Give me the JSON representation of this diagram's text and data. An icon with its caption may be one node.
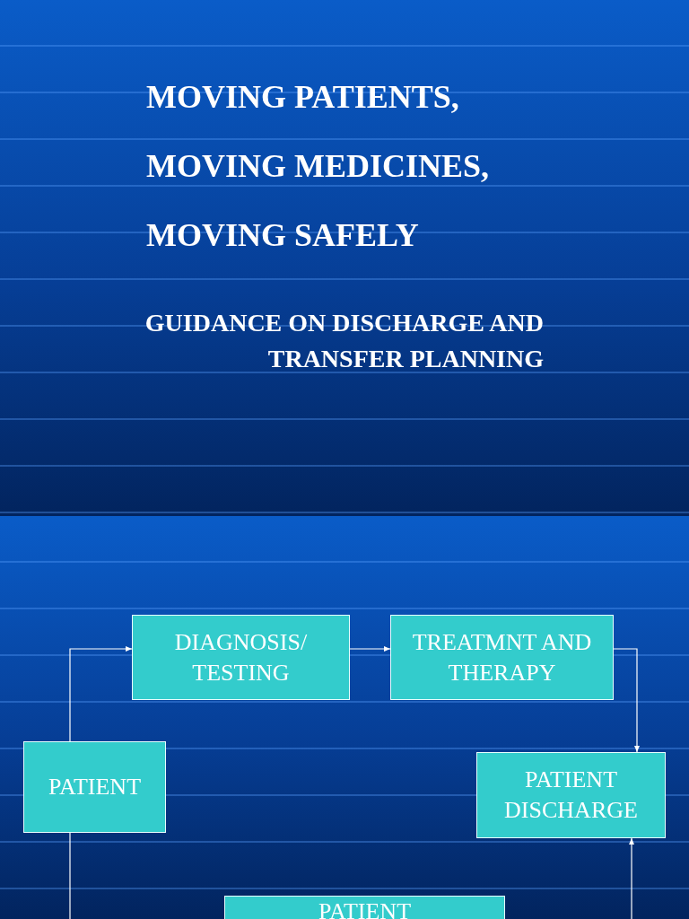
{
  "diagram": {
    "title": "MOVING PATIENTS, MOVING MEDICINES, MOVING SAFELY",
    "nodes": [
      {
        "text": [
          "PATIENT"
        ]
      },
      {
        "text": [
          "DIAGNOSIS/ TESTING"
        ]
      },
      {
        "text": [
          "TREATMNT AND THERAPY"
        ]
      },
      {
        "text": [
          "PATIENT DISCHARGE"
        ]
      },
      {
        "text": [
          "PATIENT"
        ]
      }
    ],
    "edges": [
      {
        "from": 0,
        "to": 1,
        "arrow": "to"
      },
      {
        "from": 1,
        "to": 2,
        "arrow": "to"
      },
      {
        "from": 2,
        "to": 3,
        "arrow": "to"
      },
      {
        "from": null,
        "to": 3,
        "arrow": "to"
      },
      {
        "from": 0,
        "to": null,
        "arrow": "none"
      }
    ],
    "labels": [
      "GUIDANCE ON DISCHARGE AND TRANSFER PLANNING"
    ]
  }
}
